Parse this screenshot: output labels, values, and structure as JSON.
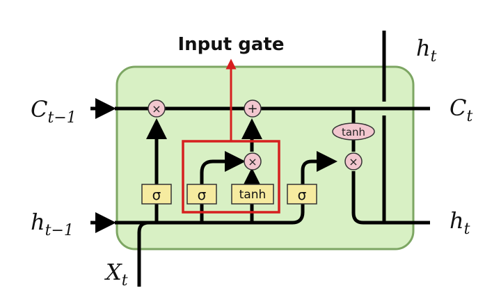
{
  "diagram": {
    "title": "Input gate",
    "labels": {
      "c_prev": {
        "main": "C",
        "sub": "t−1"
      },
      "h_prev": {
        "main": "h",
        "sub": "t−1"
      },
      "x_in": {
        "main": "X",
        "sub": "t"
      },
      "c_out": {
        "main": "C",
        "sub": "t"
      },
      "h_out_right": {
        "main": "h",
        "sub": "t"
      },
      "h_out_top": {
        "main": "h",
        "sub": "t"
      }
    },
    "gates": {
      "forget_sigma": "σ",
      "input_sigma": "σ",
      "input_tanh": "tanh",
      "output_sigma": "σ"
    },
    "ops": {
      "forget_mult": "×",
      "cell_add": "+",
      "input_mult": "×",
      "output_mult": "×",
      "output_tanh": "tanh"
    },
    "colors": {
      "cell_fill": "#d8f0c4",
      "cell_stroke": "#7da663",
      "gate_fill": "#f6eba0",
      "op_fill": "#f2c7cf",
      "highlight": "#d61f1f",
      "line": "#000000"
    }
  }
}
